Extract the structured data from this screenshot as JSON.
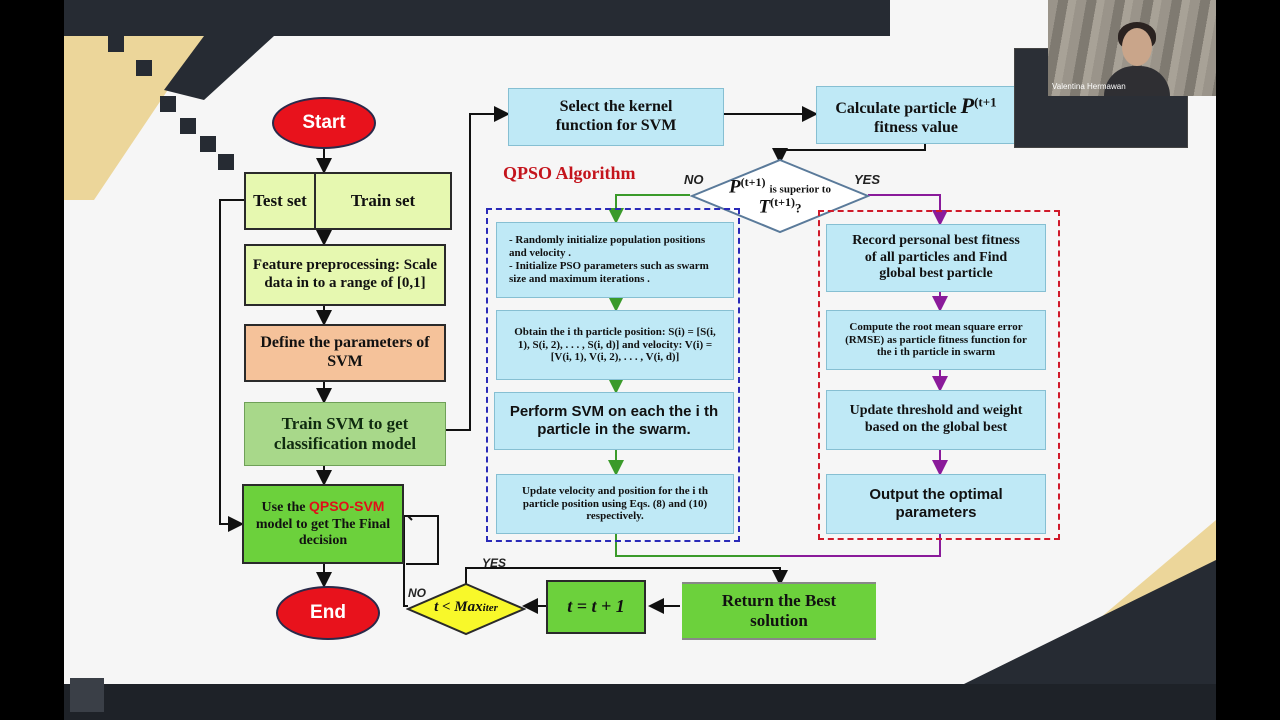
{
  "participant": {
    "name": "Valentina Hermawan"
  },
  "algorithm_title": "QPSO Algorithm",
  "left": {
    "start": "Start",
    "test_set": "Test set",
    "train_set": "Train set",
    "feature": "Feature preprocessing: Scale data in to a range of [0,1]",
    "define": "Define the parameters of SVM",
    "train": "Train SVM to get classification model",
    "use_prefix": "Use the ",
    "use_model": "QPSO-SVM",
    "use_suffix": " model to get The Final decision",
    "end": "End"
  },
  "top": {
    "select_kernel": "Select the kernel function for SVM",
    "calc_prefix": "Calculate particle",
    "calc_suffix": "fitness value",
    "calc_symbol": "P",
    "calc_sup": "(t+1"
  },
  "decision": {
    "p": "P",
    "p_sup": "(t+1)",
    "mid": "is superior to",
    "t": "T",
    "t_sup": "(t+1)",
    "q": "?",
    "no": "NO",
    "yes": "YES"
  },
  "qpso_steps": [
    "- Randomly initialize population positions and velocity .",
    "- Initialize PSO parameters such as swarm size and maximum iterations .",
    "Obtain the i th particle position: S(i) = [S(i, 1), S(i, 2), . . . , S(i, d)] and velocity: V(i) = [V(i, 1), V(i, 2), . . . , V(i, d)]",
    "Perform SVM on each the i th particle in the swarm.",
    "Update velocity and position for the i th particle position using Eqs. (8) and (10) respectively."
  ],
  "right_steps": [
    "Record personal best fitness of all particles and Find global best particle",
    "Compute the root mean square error (RMSE) as particle fitness function for the i th particle in swarm",
    "Update threshold and weight based on the global best",
    "Output the optimal parameters"
  ],
  "bottom": {
    "return": "Return the Best solution",
    "increment": "t = t + 1",
    "loop_t": "t < Max",
    "loop_sub": "iter",
    "yes": "YES",
    "no": "NO"
  }
}
